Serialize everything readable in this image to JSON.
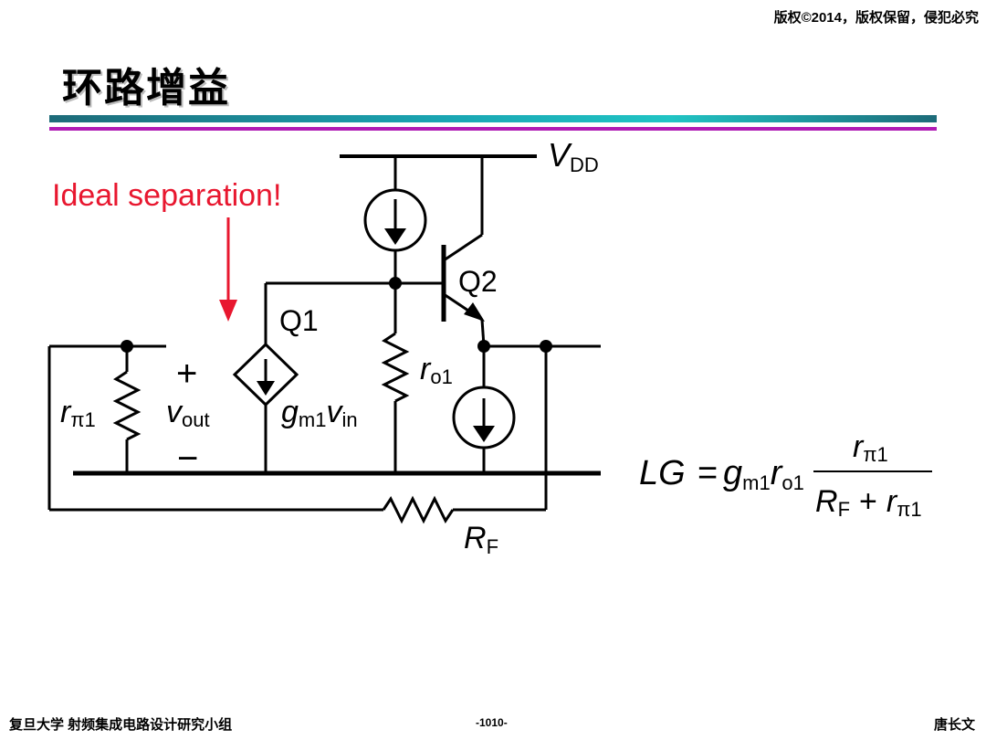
{
  "header": {
    "copyright": "版权©2014，版权保留，侵犯必究",
    "title": "环路增益"
  },
  "circuit": {
    "annotation": "Ideal separation!",
    "vdd_main": "V",
    "vdd_sub": "DD",
    "q1": "Q1",
    "q2": "Q2",
    "rpi_main": "r",
    "rpi_sub": "π1",
    "vout_main": "v",
    "vout_sub": "out",
    "plus": "+",
    "minus": "−",
    "gm_main": "g",
    "gm_sub": "m1",
    "gm_v": "v",
    "gm_vsub": "in",
    "ro_main": "r",
    "ro_sub": "o1",
    "rf_main": "R",
    "rf_sub": "F"
  },
  "formula": {
    "lhs": "LG",
    "eq": "=",
    "g": "g",
    "g_sub": "m1",
    "r": "r",
    "r_sub": "o1",
    "num": "r",
    "num_sub": "π1",
    "den_r": "R",
    "den_r_sub": "F",
    "plus": "+",
    "den_pi": "r",
    "den_pi_sub": "π1"
  },
  "footer": {
    "left": "复旦大学 射频集成电路设计研究小组",
    "page": "-1010-",
    "author": "唐长文"
  },
  "colors": {
    "annotation": "#e8172f",
    "teal": "#1aa6b3",
    "magenta": "#b01cb5"
  }
}
